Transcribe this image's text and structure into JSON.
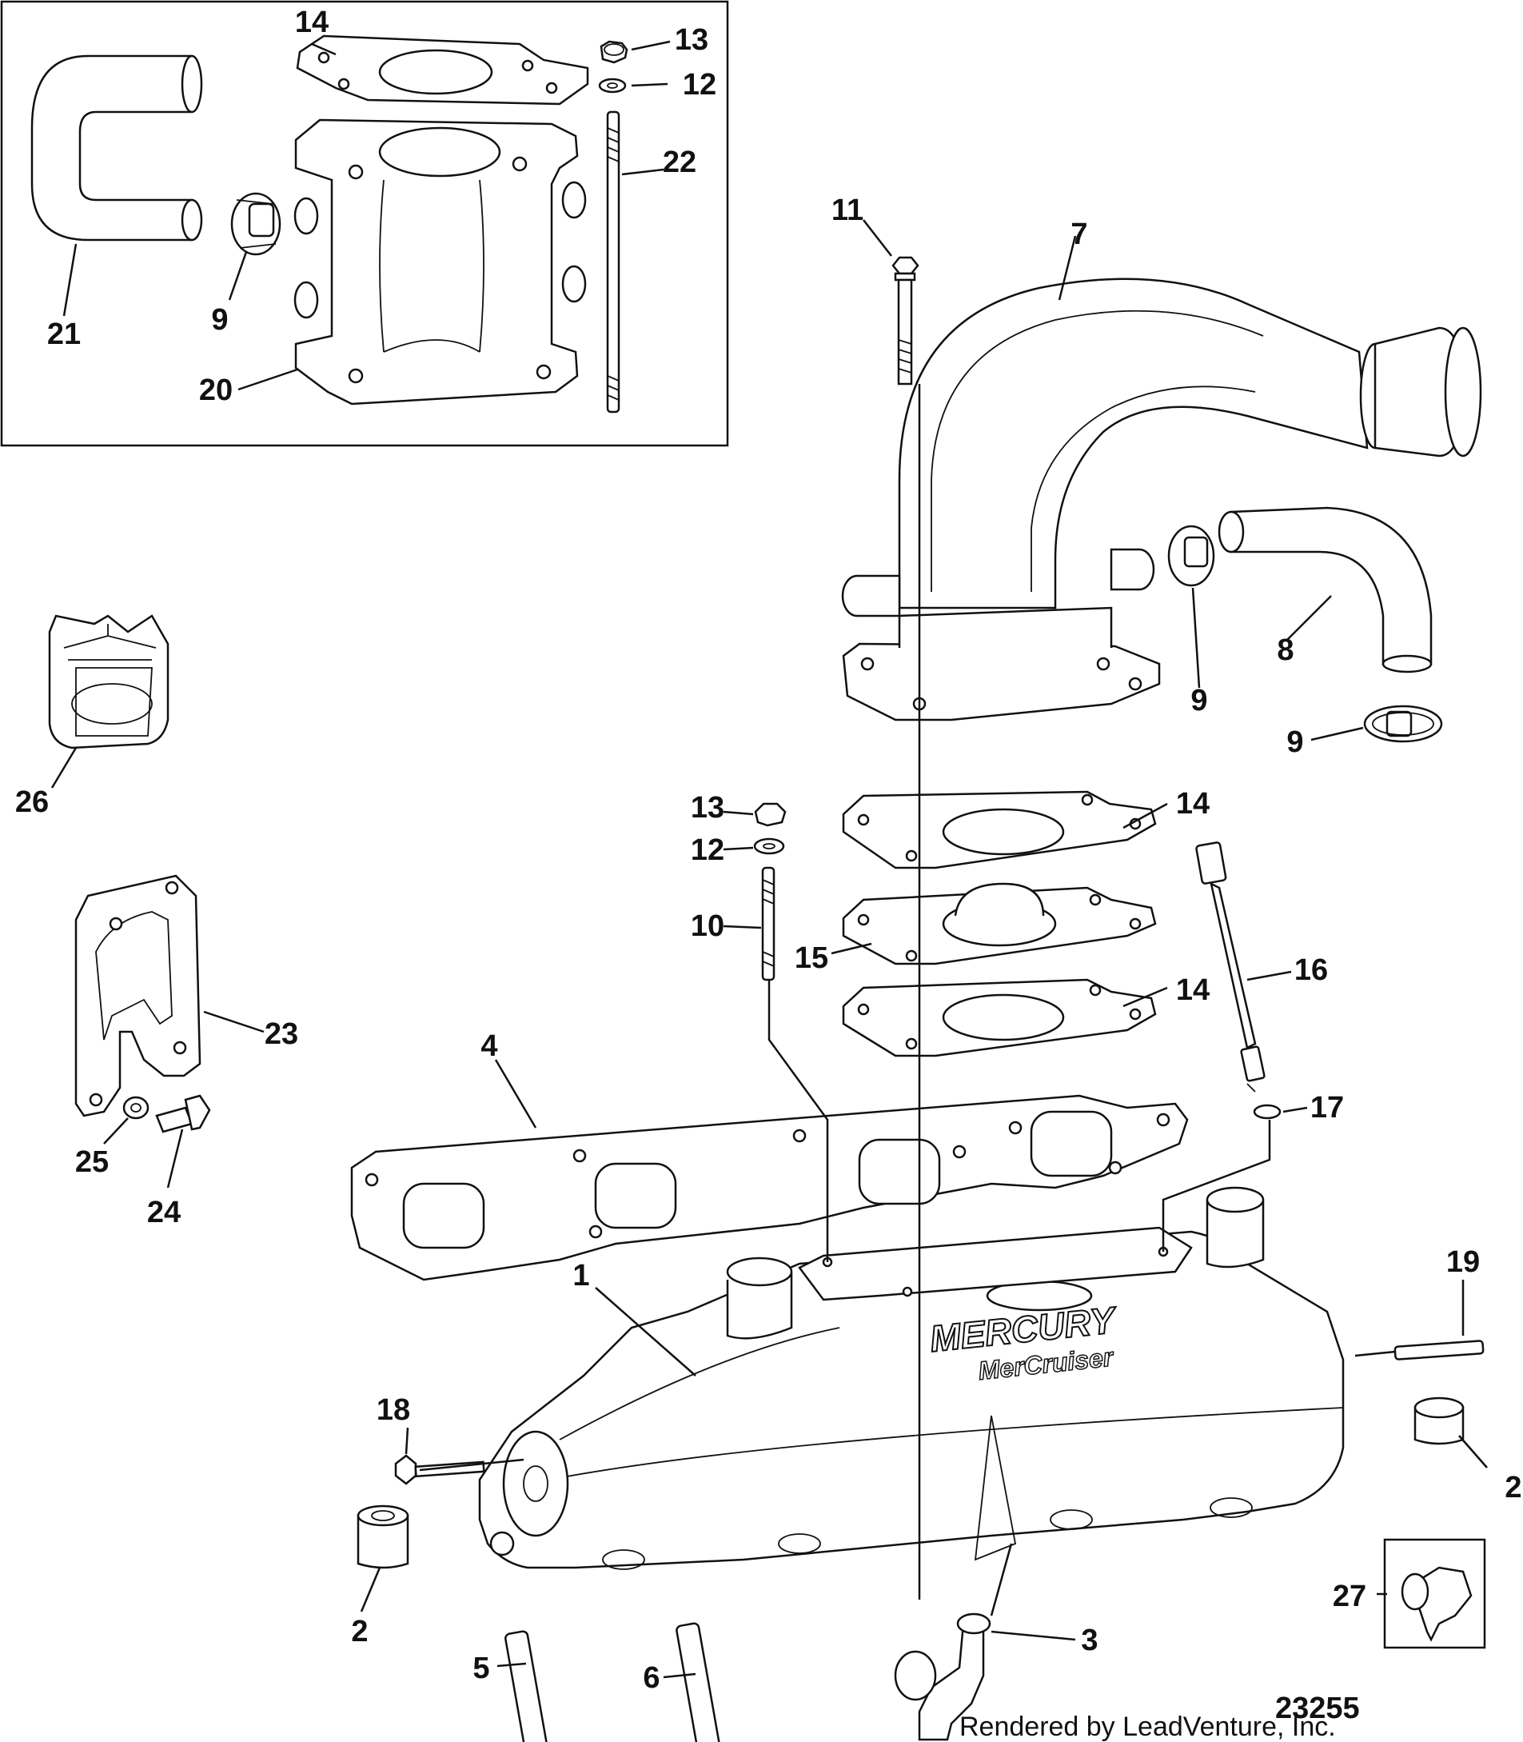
{
  "callouts": [
    {
      "id": "c14a",
      "text": "14"
    },
    {
      "id": "c13a",
      "text": "13"
    },
    {
      "id": "c12a",
      "text": "12"
    },
    {
      "id": "c22",
      "text": "22"
    },
    {
      "id": "c21",
      "text": "21"
    },
    {
      "id": "c9a",
      "text": "9"
    },
    {
      "id": "c20",
      "text": "20"
    },
    {
      "id": "c11",
      "text": "11"
    },
    {
      "id": "c7",
      "text": "7"
    },
    {
      "id": "c8",
      "text": "8"
    },
    {
      "id": "c9b",
      "text": "9"
    },
    {
      "id": "c9c",
      "text": "9"
    },
    {
      "id": "c26",
      "text": "26"
    },
    {
      "id": "c13b",
      "text": "13"
    },
    {
      "id": "c12b",
      "text": "12"
    },
    {
      "id": "c10",
      "text": "10"
    },
    {
      "id": "c14b",
      "text": "14"
    },
    {
      "id": "c15",
      "text": "15"
    },
    {
      "id": "c14c",
      "text": "14"
    },
    {
      "id": "c16",
      "text": "16"
    },
    {
      "id": "c17",
      "text": "17"
    },
    {
      "id": "c23",
      "text": "23"
    },
    {
      "id": "c4",
      "text": "4"
    },
    {
      "id": "c25",
      "text": "25"
    },
    {
      "id": "c24",
      "text": "24"
    },
    {
      "id": "c1",
      "text": "1"
    },
    {
      "id": "c19",
      "text": "19"
    },
    {
      "id": "c18",
      "text": "18"
    },
    {
      "id": "c2a",
      "text": "2"
    },
    {
      "id": "c2b",
      "text": "2"
    },
    {
      "id": "c27",
      "text": "27"
    },
    {
      "id": "c3",
      "text": "3"
    },
    {
      "id": "c5",
      "text": "5"
    },
    {
      "id": "c6",
      "text": "6"
    }
  ],
  "brand": {
    "line1": "MERCURY",
    "line2": "MerCruiser"
  },
  "footer": {
    "rendered_by": "Rendered by LeadVenture, Inc.",
    "diagram_number": "23255"
  }
}
